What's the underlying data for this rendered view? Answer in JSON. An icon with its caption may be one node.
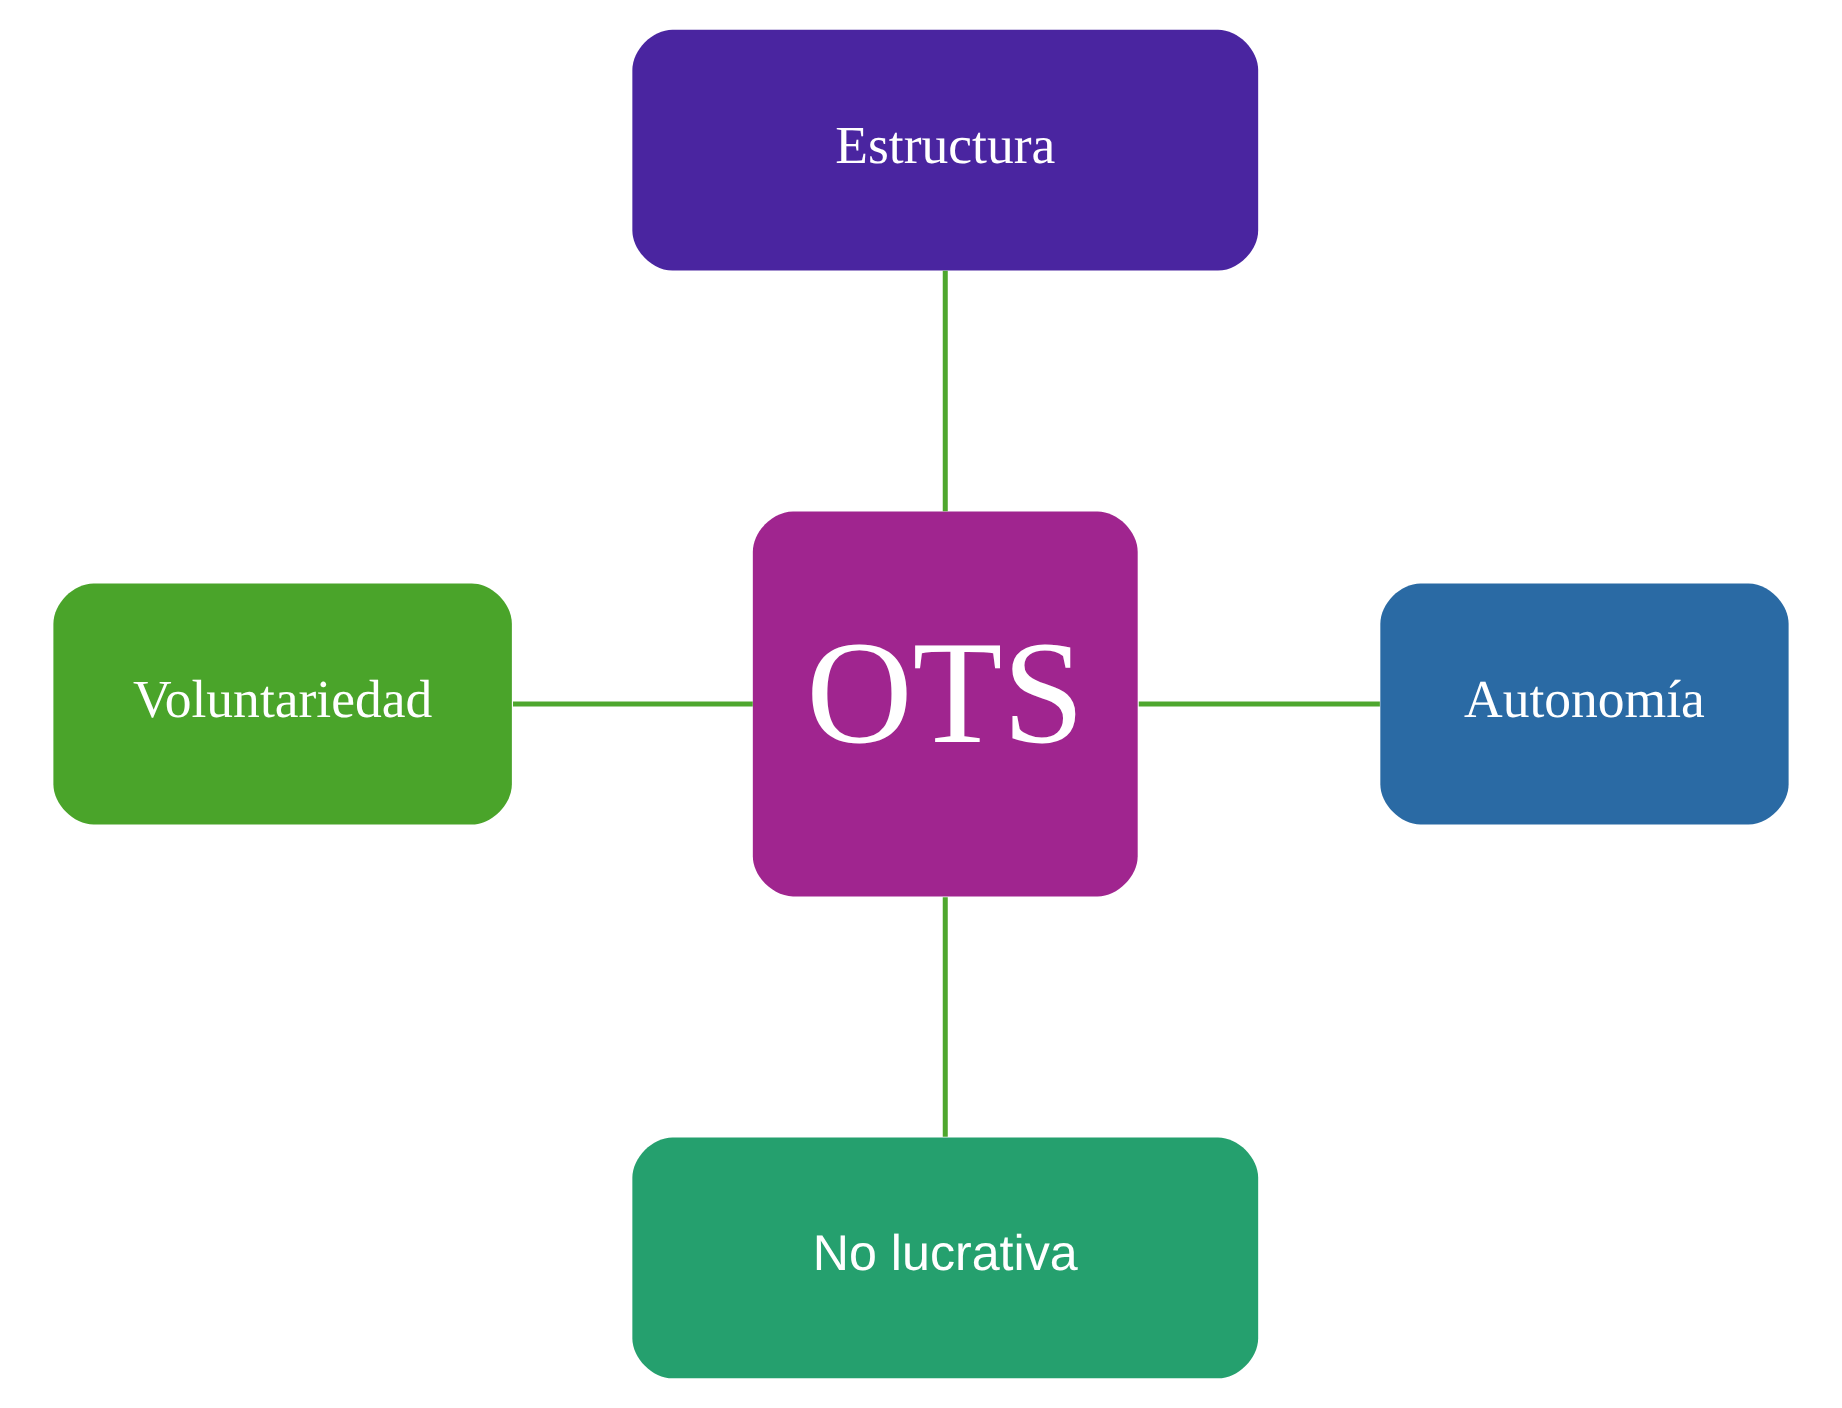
{
  "diagram": {
    "nodes": [
      {
        "text": [
          "OTS"
        ]
      },
      {
        "text": [
          "Estructura"
        ]
      },
      {
        "text": [
          "Voluntariedad"
        ]
      },
      {
        "text": [
          "Autonomía"
        ]
      },
      {
        "text": [
          "No lucrativa"
        ]
      }
    ],
    "edges": [
      {
        "from": 1,
        "to": 0,
        "arrow": "none"
      },
      {
        "from": 2,
        "to": 0,
        "arrow": "none"
      },
      {
        "from": 0,
        "to": 3,
        "arrow": "none"
      },
      {
        "from": 0,
        "to": 4,
        "arrow": "none"
      }
    ]
  }
}
